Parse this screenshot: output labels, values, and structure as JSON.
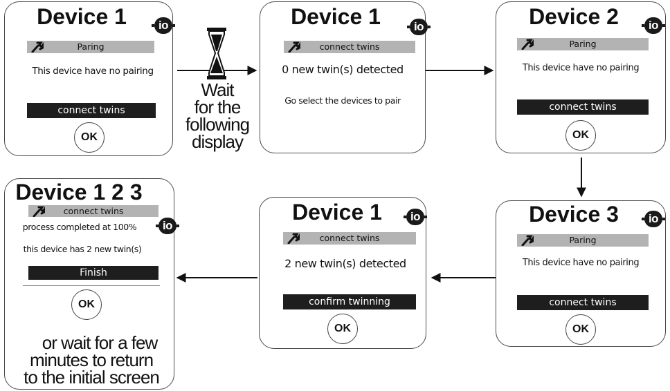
{
  "panels": {
    "p1": {
      "title": "Device 1",
      "badge": "io",
      "menu": "Paring",
      "line1": "This device have no pairing",
      "button": "connect twins",
      "ok": "OK"
    },
    "p2": {
      "title": "Device 1",
      "badge": "io",
      "menu": "connect twins",
      "line1": "0 new twin(s) detected",
      "line2": "Go select the devices to pair"
    },
    "p3": {
      "title": "Device 2",
      "badge": "io",
      "menu": "Paring",
      "line1": "This device have no pairing",
      "button": "connect twins",
      "ok": "OK"
    },
    "p4": {
      "title": "Device 1 2 3",
      "badge": "io",
      "menu": "connect twins",
      "line1": "process completed at 100%",
      "line2": "this device has 2 new twin(s)",
      "button": "Finish",
      "ok": "OK"
    },
    "p5": {
      "title": "Device 1",
      "badge": "io",
      "menu": "connect twins",
      "line1": "2 new twin(s) detected",
      "button": "confirm twinning",
      "ok": "OK"
    },
    "p6": {
      "title": "Device 3",
      "badge": "io",
      "menu": "Paring",
      "line1": "This device have no pairing",
      "button": "connect twins",
      "ok": "OK"
    }
  },
  "wait_note": [
    "Wait",
    "for the",
    "following",
    "display"
  ],
  "timeout_note": [
    "or wait for a few",
    "minutes to return",
    "to the initial screen"
  ],
  "icons": {
    "hourglass": "hourglass-icon",
    "wrench": "wrench-icon",
    "badge": "io-logo"
  },
  "colors": {
    "menubar": "#b3b3b3",
    "button": "#1e1e1e",
    "border": "#4a4a4a"
  }
}
